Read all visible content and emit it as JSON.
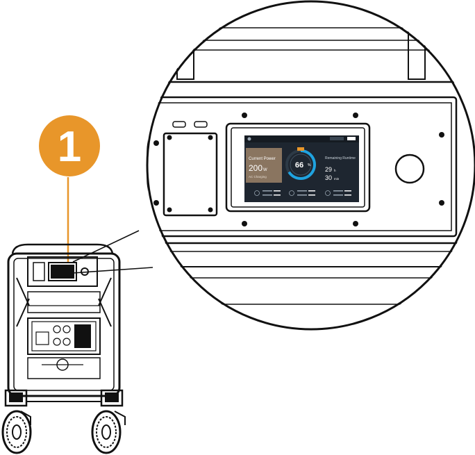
{
  "callout": {
    "number": "1",
    "color": "#E8962A"
  },
  "screen": {
    "current_power_label": "Current Power",
    "current_power_value": "200",
    "current_power_unit": "W",
    "current_power_sub": "AC Charging",
    "battery_percent": "66",
    "battery_unit": "%",
    "remaining_label": "Remaining Runtime",
    "remaining_hours": "29",
    "remaining_hours_unit": "h",
    "remaining_minutes": "30",
    "remaining_minutes_unit": "min",
    "accent_color": "#1FA3E0",
    "panel_color": "#8A7560"
  },
  "colors": {
    "line": "#111111",
    "screen_bg": "#1E2630"
  }
}
